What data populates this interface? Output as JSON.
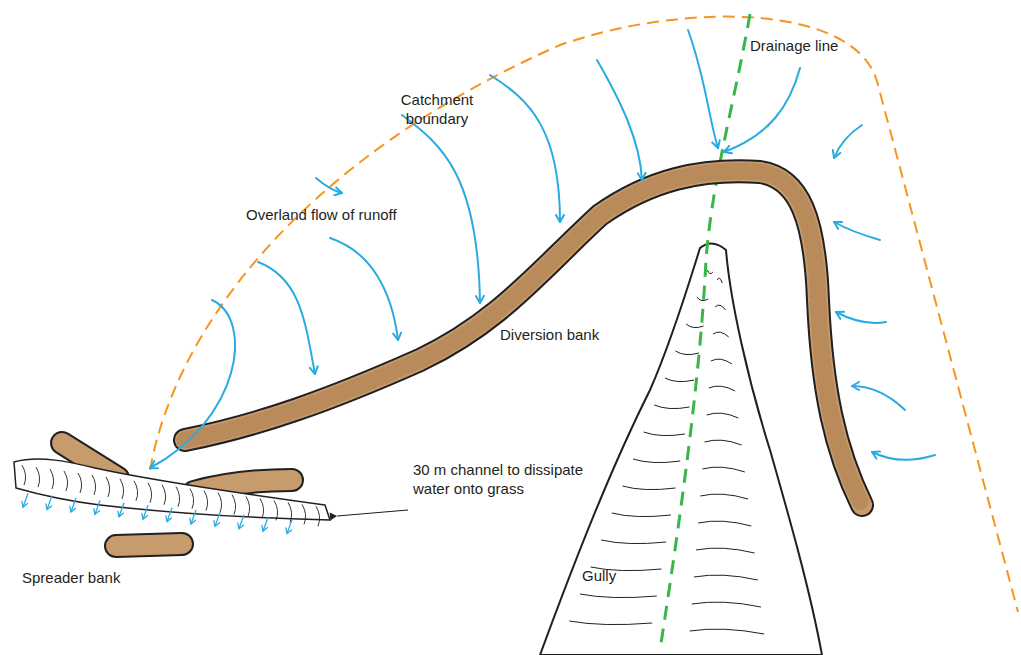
{
  "diagram": {
    "labels": [
      "Catchment boundary",
      "Drainage line",
      "Overland flow of runoff",
      "Diversion bank",
      "30 m channel to dissipate water onto grass",
      "Gully",
      "Spreader bank"
    ]
  }
}
